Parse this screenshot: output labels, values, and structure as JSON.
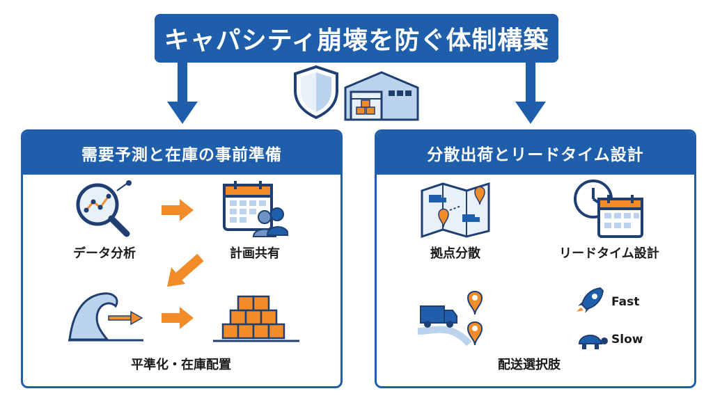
{
  "title": "キャパシティ崩壊を防ぐ体制構築",
  "left_panel": {
    "header": "需要予測と在庫の事前準備",
    "steps": [
      "データ分析",
      "計画共有",
      "平準化・在庫配置"
    ]
  },
  "right_panel": {
    "header": "分散出荷とリードタイム設計",
    "steps": [
      "拠点分散",
      "リードタイム設計",
      "配送選択肢"
    ],
    "options": [
      "Fast",
      "Slow"
    ]
  },
  "colors": {
    "primary": "#1f5eaa",
    "accent": "#f28c28",
    "light_blue": "#bcd3ee"
  },
  "icons": [
    "shield-icon",
    "warehouse-icon",
    "magnifier-chart-icon",
    "calendar-team-icon",
    "wave-icon",
    "boxes-icon",
    "map-truck-icon",
    "clock-calendar-icon",
    "truck-pins-icon",
    "rocket-icon",
    "turtle-icon"
  ]
}
